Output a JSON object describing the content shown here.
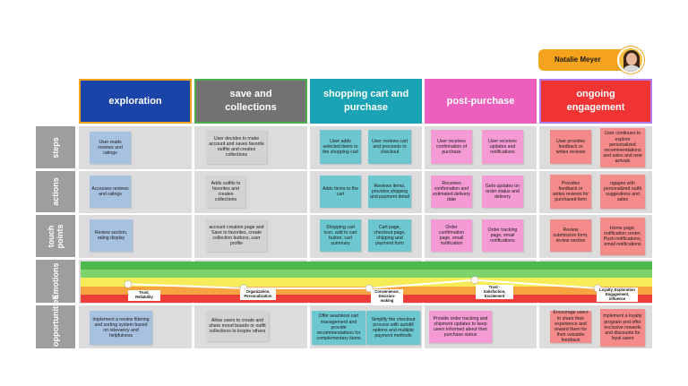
{
  "persona": {
    "name": "Natalie Meyer"
  },
  "colors": {
    "exploration": "#1a44a8",
    "collections": "#727272",
    "cart": "#1aa3b4",
    "post_purchase": "#ec5fbc",
    "engagement": "#f03333"
  },
  "stages": [
    {
      "label": "exploration"
    },
    {
      "label": "save and collections"
    },
    {
      "label": "shopping cart and purchase"
    },
    {
      "label": "post-purchase"
    },
    {
      "label": "ongoing engagement"
    }
  ],
  "rows": [
    {
      "label": "steps"
    },
    {
      "label": "actions"
    },
    {
      "label": "touch points"
    },
    {
      "label": "Emotions"
    },
    {
      "label": "opportunities"
    }
  ],
  "notes": {
    "steps": [
      "User reads reviews and ratings",
      "User decides to make account and saves favorite outfits and creates collections",
      "User adds selected items to the shopping cart",
      "User reviews cart and proceeds to checkout",
      "User receives confirmation of purchase",
      "User receives updates and notifications",
      "User provides feedback or writes reviews",
      "User continues to explore personalized recommendations and sales and new arrivals"
    ],
    "actions": [
      "Accesses reviews and ratings",
      "Adds outfits to favorites and creates collections",
      "Adds items to the cart",
      "Reviews items, provides shipping and payment detail",
      "Receives confirmation and estimated delivery date",
      "Gets updates on order status and delivery",
      "Provides feedback or writes reviews for purchased item",
      "ngages with personalized outfit suggestions and sales"
    ],
    "touch": [
      "Review section, rating display",
      "account creation page and Save to favorites, create collection buttons, user profile",
      "Shopping cart icon, add to cart button, cart summary",
      "Cart page, checkout page, shipping and payment form",
      "Order confirmation page, email notification",
      "Order tracking page, email notifications",
      "Review submission form, review section",
      "Home page, notification center, Push notifications, email notifications"
    ],
    "opportunities": [
      "Implement a review filtering and sorting system based on relevancy and helpfulness",
      "Allow users to create and share mood boards or outfit collections to inspire others",
      "Offer seamless cart management and provide recommendations for complementary items",
      "Simplify the checkout process with autofill options and multiple payment methods",
      "Provide order tracking and shipment updates to keep users informed about their purchase status",
      "Encourage users to share their experience and reward them for their valuable feedback",
      "mplement a loyalty program and offer exclusive rewards and discounts for loyal users"
    ]
  },
  "emotions": [
    {
      "label": "Trust, Reliability",
      "level": 0.45
    },
    {
      "label": "Organization, Personalization",
      "level": 0.35
    },
    {
      "label": "Convenience, Decision-making",
      "level": 0.35
    },
    {
      "label": "Trust · Satisfaction, Excitement",
      "level": 0.55
    },
    {
      "label": "Loyalty, Exploration Engagement, influence",
      "level": 0.35
    }
  ]
}
